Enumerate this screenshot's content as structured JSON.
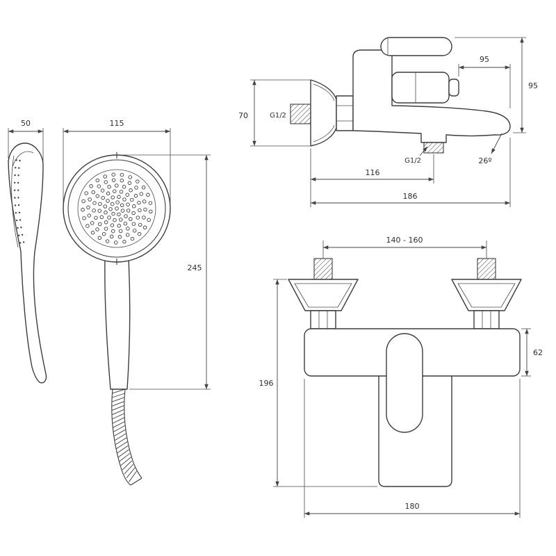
{
  "colors": {
    "background": "#ffffff",
    "line": "#3c3c3c",
    "dimension": "#444444",
    "text": "#2e2e2e"
  },
  "drawing": {
    "hand_shower": {
      "side_width": "50",
      "head_diameter": "115",
      "length": "245"
    },
    "mixer_side": {
      "top_span": "95",
      "height": "95",
      "escutcheon_height": "70",
      "wall_thread": "G1/2",
      "outlet_thread": "G1/2",
      "spout_angle": "26º",
      "wall_to_outlet": "116",
      "total_reach": "186"
    },
    "mixer_front": {
      "mounting_centers": "140 - 160",
      "body_height": "62",
      "total_height": "196",
      "body_width": "180"
    }
  }
}
